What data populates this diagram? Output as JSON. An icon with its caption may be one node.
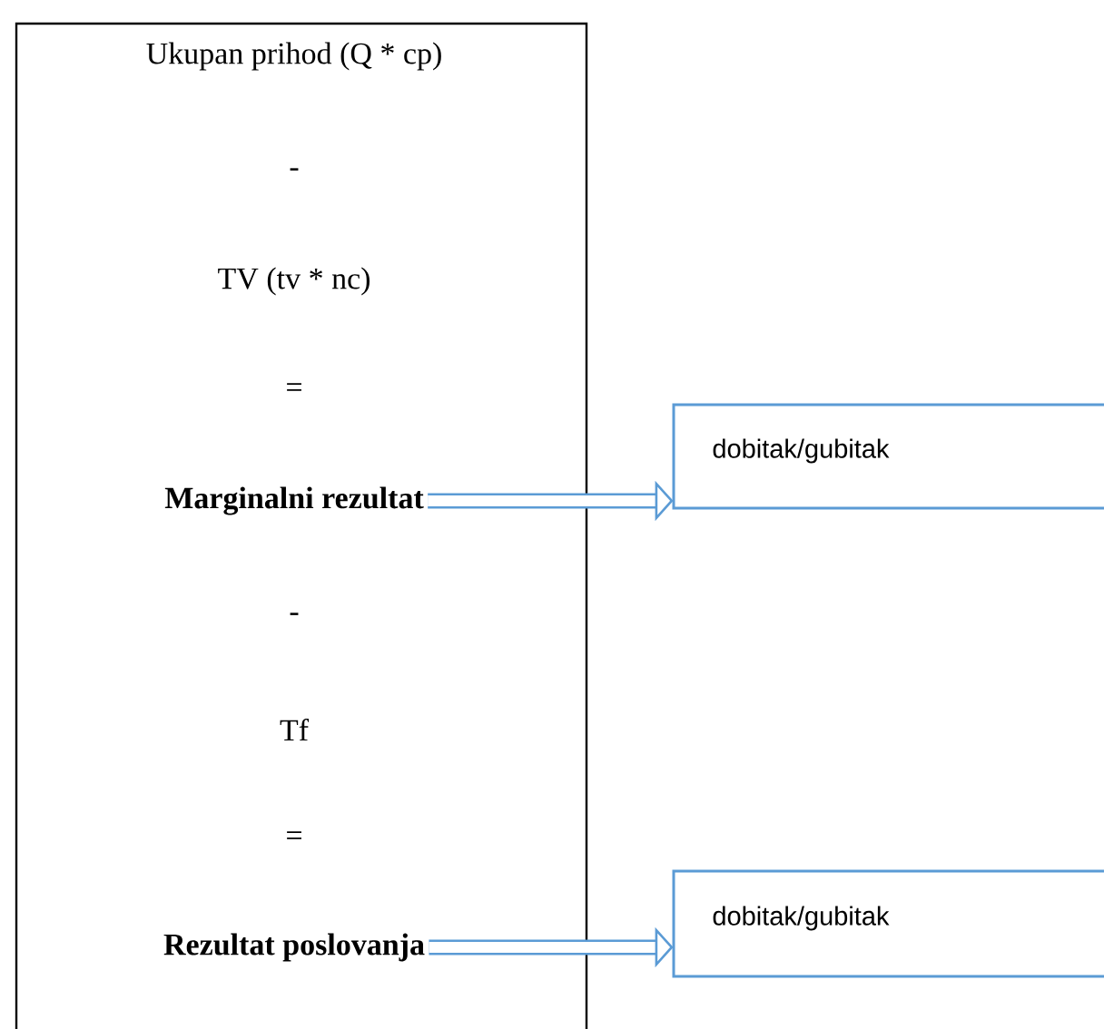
{
  "diagram": {
    "nodes": [
      {
        "text": [
          "Ukupan prihod (Q * cp)",
          "-",
          "TV (tv * nc)",
          "=",
          "-",
          "Tf",
          "="
        ]
      },
      {
        "text": [
          "Marginalni rezultat"
        ],
        "in": 0
      },
      {
        "text": [
          "dobitak/gubitak"
        ]
      },
      {
        "text": [
          "Rezultat poslovanja"
        ],
        "in": 0
      },
      {
        "text": [
          "dobitak/gubitak"
        ]
      }
    ],
    "edges": [
      {
        "from": 1,
        "to": 2,
        "arrow": "to"
      },
      {
        "from": 3,
        "to": 4,
        "arrow": "to"
      }
    ]
  }
}
